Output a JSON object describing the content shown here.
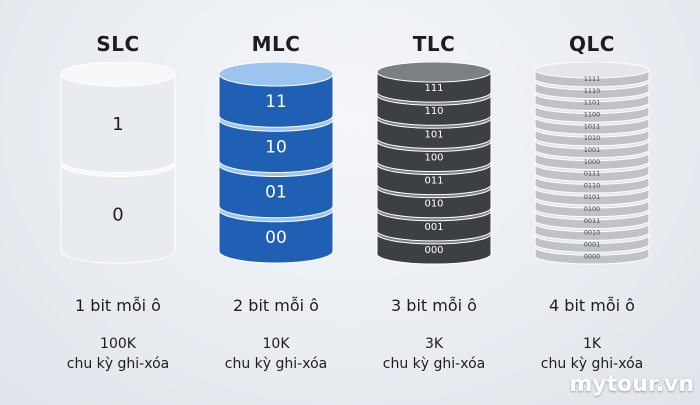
{
  "columns": [
    {
      "type": "SLC",
      "bits_label": "1 bit mỗi ô",
      "cycles_value": "100K",
      "cycles_label": "chu kỳ ghi-xóa",
      "levels": [
        "1",
        "0"
      ]
    },
    {
      "type": "MLC",
      "bits_label": "2 bit mỗi ô",
      "cycles_value": "10K",
      "cycles_label": "chu kỳ ghi-xóa",
      "levels": [
        "11",
        "10",
        "01",
        "00"
      ]
    },
    {
      "type": "TLC",
      "bits_label": "3 bit mỗi ô",
      "cycles_value": "3K",
      "cycles_label": "chu kỳ ghi-xóa",
      "levels": [
        "111",
        "110",
        "101",
        "100",
        "011",
        "010",
        "001",
        "000"
      ]
    },
    {
      "type": "QLC",
      "bits_label": "4 bit mỗi ô",
      "cycles_value": "1K",
      "cycles_label": "chu kỳ ghi-xóa",
      "levels": [
        "1111",
        "1110",
        "1101",
        "1100",
        "1011",
        "1010",
        "1001",
        "1000",
        "0111",
        "0110",
        "0101",
        "0100",
        "0011",
        "0010",
        "0001",
        "0000"
      ]
    }
  ],
  "colors": {
    "slc_fill": "#e8ebef",
    "slc_top": "#f7f8fa",
    "mlc_fill": "#1f5fb4",
    "mlc_top": "#9cc4ef",
    "tlc_fill": "#3c4044",
    "tlc_top": "#7b8085",
    "qlc_fill": "#bfc3c7",
    "qlc_top": "#e4e6e9"
  },
  "logo": "mytour.vn"
}
